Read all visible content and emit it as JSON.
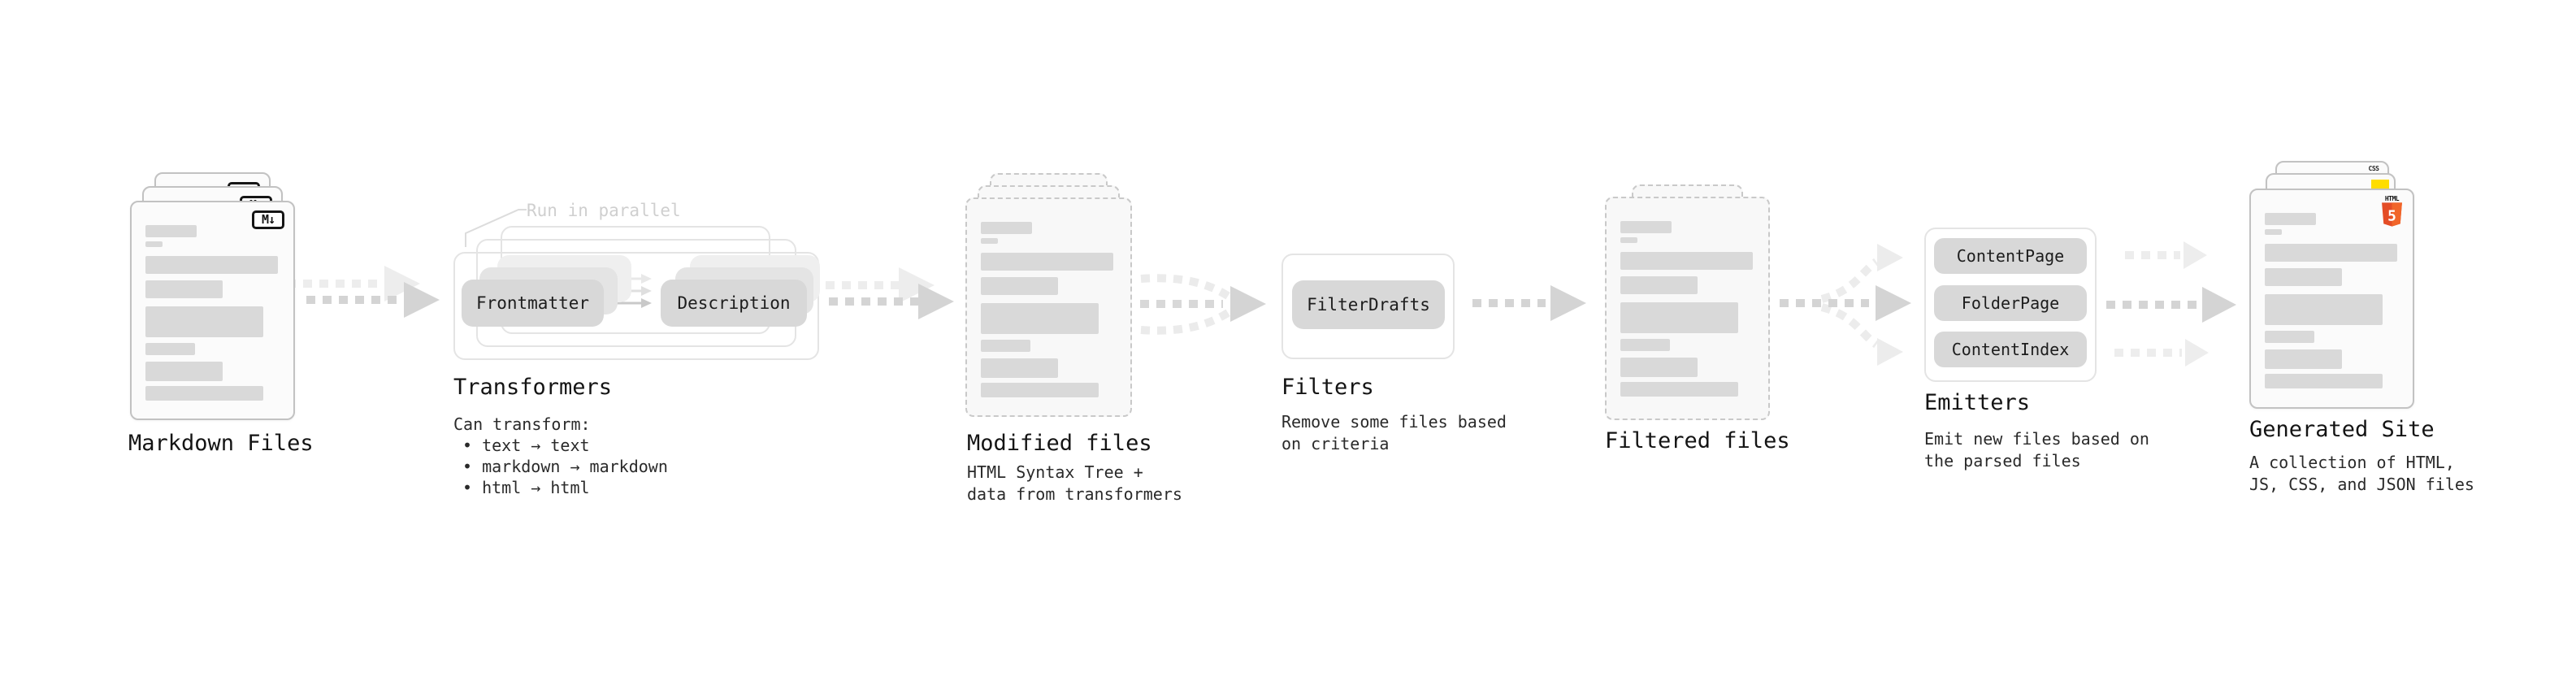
{
  "sections": {
    "markdown_files": {
      "label": "Markdown Files",
      "badge_text": "M↓"
    },
    "transformers": {
      "label": "Transformers",
      "parallel_note": "Run in parallel",
      "nodes": [
        "Frontmatter",
        "Description"
      ],
      "caption": [
        "Can transform:",
        "• text → text",
        "• markdown → markdown",
        "• html → html"
      ]
    },
    "modified_files": {
      "label": "Modified files",
      "caption": [
        "HTML Syntax Tree +",
        "data from transformers"
      ]
    },
    "filters": {
      "label": "Filters",
      "nodes": [
        "FilterDrafts"
      ],
      "caption": [
        "Remove some files based",
        "on criteria"
      ]
    },
    "filtered_files": {
      "label": "Filtered files"
    },
    "emitters": {
      "label": "Emitters",
      "nodes": [
        "ContentPage",
        "FolderPage",
        "ContentIndex"
      ],
      "caption": [
        "Emit new files based on",
        "the parsed files"
      ]
    },
    "generated_site": {
      "label": "Generated Site",
      "caption": [
        "A collection of HTML,",
        "JS, CSS, and JSON files"
      ],
      "css_badge_text": "CSS",
      "html_badge_text": "HTML",
      "html_badge_number": "5"
    }
  },
  "colors": {
    "node_fill": "#d8d8d8",
    "skeleton_bar": "#d9d9d9",
    "arrow_main": "#d4d4d4",
    "arrow_light": "#ededed",
    "note_text": "#cfcfcf",
    "markdown_badge_border": "#151515",
    "html5_orange": "#e44d26",
    "html5_orange_light": "#f16529",
    "css_blue": "#2b62f6",
    "js_yellow": "#ffdd00"
  }
}
